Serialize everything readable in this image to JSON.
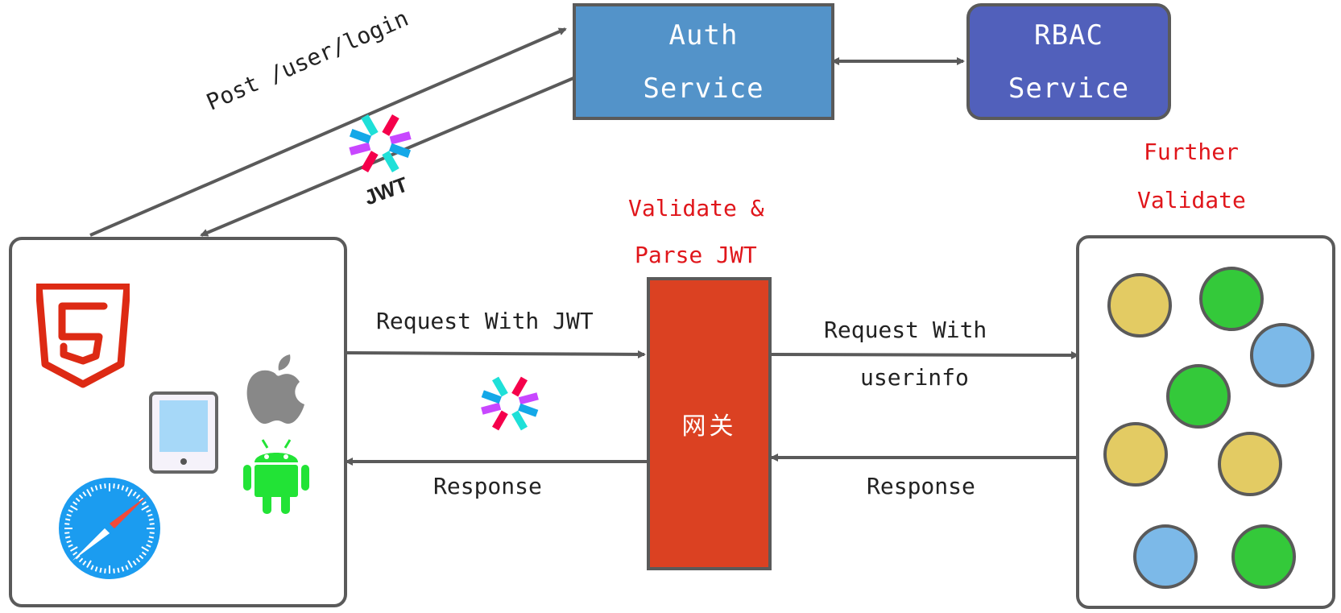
{
  "auth_service": {
    "line1": "Auth",
    "line2": "Service",
    "color": "#5393c9"
  },
  "rbac_service": {
    "line1": "RBAC",
    "line2": "Service",
    "color": "#5160bb"
  },
  "gateway": {
    "label": "网关",
    "color": "#db4122"
  },
  "labels": {
    "post_login": "Post /user/login",
    "jwt": "JWT",
    "request_with_jwt": "Request With JWT",
    "response_left": "Response",
    "request_with_userinfo_1": "Request With",
    "request_with_userinfo_2": "userinfo",
    "response_right": "Response",
    "validate_parse_1": "Validate &",
    "validate_parse_2": "Parse JWT",
    "further_validate_1": "Further",
    "further_validate_2": "Validate"
  },
  "clients": [
    "html5-logo",
    "tablet-icon",
    "apple-logo",
    "android-logo",
    "safari-icon"
  ],
  "microservices": [
    {
      "color": "#e3cb63"
    },
    {
      "color": "#34c93a"
    },
    {
      "color": "#7cb9e8"
    },
    {
      "color": "#34c93a"
    },
    {
      "color": "#e3cb63"
    },
    {
      "color": "#e3cb63"
    },
    {
      "color": "#7cb9e8"
    },
    {
      "color": "#34c93a"
    }
  ],
  "colors": {
    "stroke": "#5a5a5a",
    "annotation": "#e0161b"
  }
}
